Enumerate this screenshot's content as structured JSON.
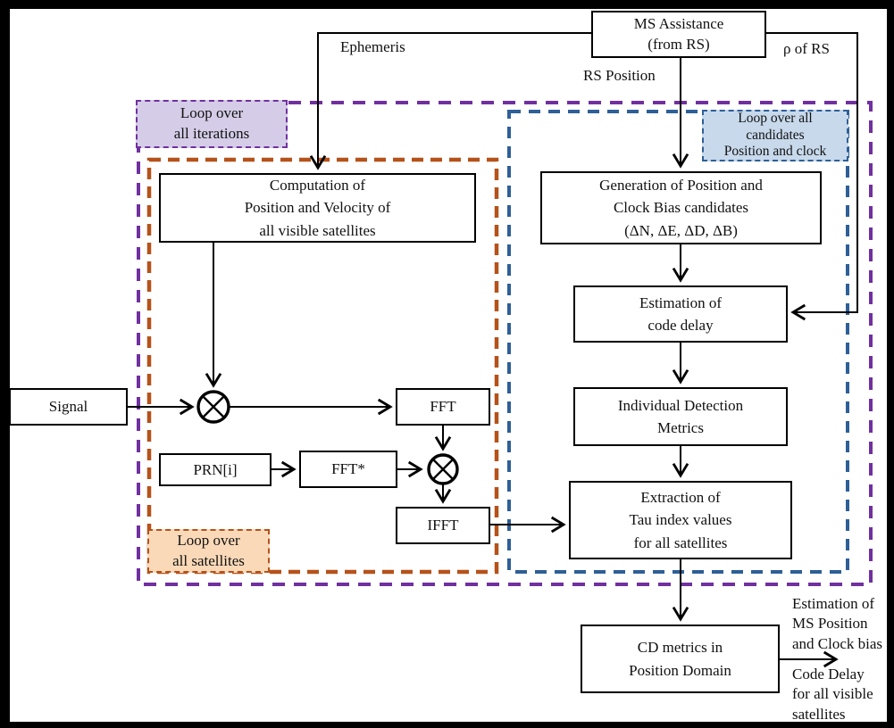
{
  "nodes": {
    "ms_assistance": [
      "MS Assistance",
      "(from RS)"
    ],
    "computation": [
      "Computation of",
      "Position and Velocity of",
      "all visible satellites"
    ],
    "generation": [
      "Generation of Position and",
      "Clock Bias candidates",
      "(ΔN, ΔE, ΔD, ΔB)"
    ],
    "estimation": [
      "Estimation of",
      "code delay"
    ],
    "individual": [
      "Individual Detection",
      "Metrics"
    ],
    "extraction": [
      "Extraction of",
      "Tau index values",
      "for all satellites"
    ],
    "cd_metrics": [
      "CD metrics in",
      "Position Domain"
    ],
    "signal": [
      "Signal"
    ],
    "prn": [
      "PRN[i]"
    ],
    "fft": [
      "FFT"
    ],
    "fft_star": [
      "FFT*"
    ],
    "ifft": [
      "IFFT"
    ]
  },
  "loops": {
    "iterations": [
      "Loop over",
      "all iterations"
    ],
    "satellites": [
      "Loop over",
      "all satellites"
    ],
    "candidates": [
      "Loop over all",
      "candidates",
      "Position and clock"
    ]
  },
  "edge_labels": {
    "ephemeris": "Ephemeris",
    "rs_position": "RS Position",
    "rho_of_rs": "ρ of RS"
  },
  "outputs": {
    "ms_position": [
      "Estimation of",
      "MS Position",
      "and Clock bias"
    ],
    "code_delay": [
      "Code Delay",
      "for all visible",
      "satellites"
    ]
  },
  "icons": {
    "multiplier_1": "multiply-in-circle",
    "multiplier_2": "multiply-in-circle"
  },
  "colors": {
    "loop_iterations": "#7030a0",
    "loop_iterations_fill": "#d5cde7",
    "loop_satellites": "#b5521a",
    "loop_satellites_fill": "#fad9b8",
    "loop_candidates": "#2e5f97",
    "loop_candidates_fill": "#c8d9ec",
    "line": "#000000"
  }
}
